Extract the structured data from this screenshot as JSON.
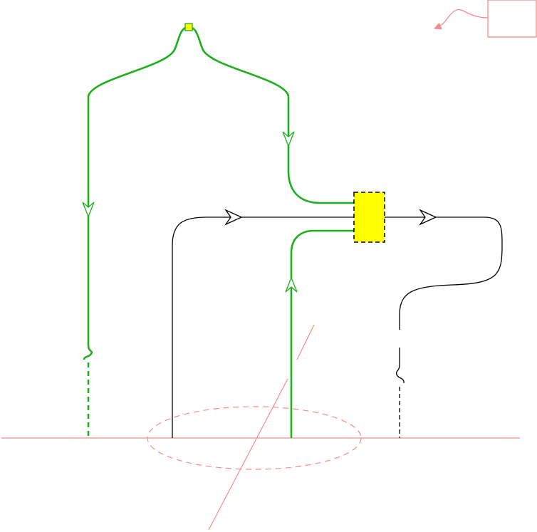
{
  "diagram": {
    "colors": {
      "background": "#ffffff",
      "ground": "#f48c8c",
      "green": "#1fae1f",
      "black": "#000000",
      "box_fill": "#ffff00",
      "box_stroke": "#000000",
      "node_fill": "#ffff00",
      "node_stroke": "#1fae1f",
      "label_box": "#f48c8c"
    },
    "elements": [
      "ground-line",
      "dashed-ellipse",
      "diagonal-slash",
      "green-upper-loop",
      "green-left-branch",
      "green-riser",
      "black-loop",
      "black-right-branch",
      "junction-box",
      "top-node",
      "pointer-label-box",
      "curly-pointer-arrow"
    ]
  }
}
